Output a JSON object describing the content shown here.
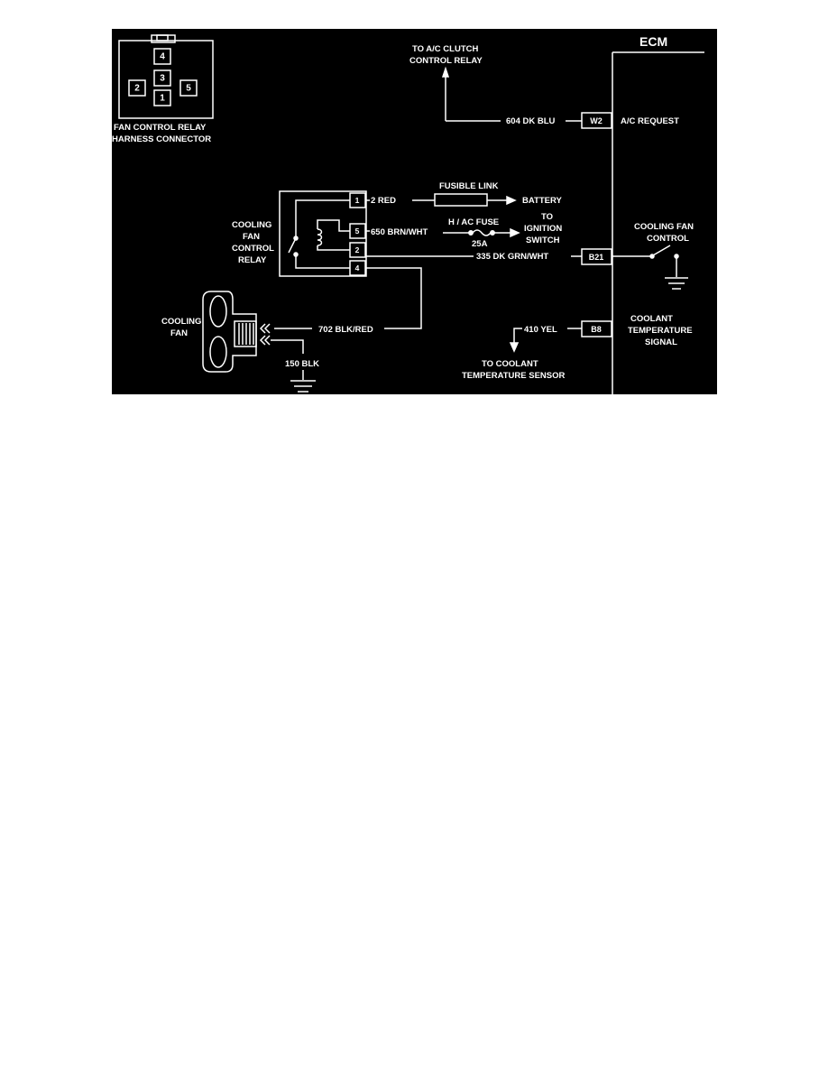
{
  "connector": {
    "pins": [
      "4",
      "3",
      "2",
      "1",
      "5"
    ],
    "label_line1": "FAN CONTROL RELAY",
    "label_line2": "HARNESS CONNECTOR"
  },
  "ecm": {
    "title": "ECM",
    "ac_request": "A/C REQUEST",
    "cooling_fan_control_line1": "COOLING FAN",
    "cooling_fan_control_line2": "CONTROL",
    "coolant_signal_line1": "COOLANT",
    "coolant_signal_line2": "TEMPERATURE",
    "coolant_signal_line3": "SIGNAL"
  },
  "ac_clutch": {
    "line1": "TO A/C CLUTCH",
    "line2": "CONTROL RELAY"
  },
  "relay": {
    "label_line1": "COOLING",
    "label_line2": "FAN",
    "label_line3": "CONTROL",
    "label_line4": "RELAY",
    "pins": [
      "1",
      "5",
      "2",
      "4"
    ]
  },
  "wires": {
    "w604": "604 DK BLU",
    "w2": "2 RED",
    "w650": "650 BRN/WHT",
    "w335": "335 DK GRN/WHT",
    "w702": "702 BLK/RED",
    "w150": "150 BLK",
    "w410": "410 YEL"
  },
  "ecm_pins": {
    "w2": "W2",
    "b21": "B21",
    "b8": "B8"
  },
  "fusible_link": "FUSIBLE LINK",
  "battery": "BATTERY",
  "fuse": {
    "name": "H / AC FUSE",
    "rating": "25A"
  },
  "ignition": {
    "line1": "TO",
    "line2": "IGNITION",
    "line3": "SWITCH"
  },
  "fan": {
    "line1": "COOLING",
    "line2": "FAN"
  },
  "coolant_sensor": {
    "line1": "TO COOLANT",
    "line2": "TEMPERATURE SENSOR"
  }
}
